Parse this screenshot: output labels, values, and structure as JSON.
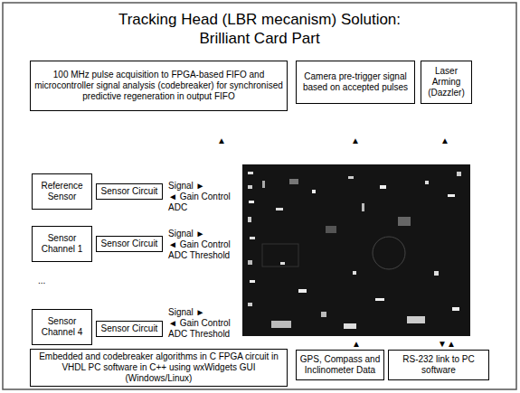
{
  "diagram": {
    "title": "Tracking Head (LBR mecanism) Solution: Brilliant Card Part",
    "nodes": [
      {
        "text": [
          "100 MHz pulse acquisition to FPGA-based FIFO and microcontroller signal analysis (codebreaker) for synchronised predictive regeneration in output FIFO"
        ]
      },
      {
        "text": [
          "Camera pre-trigger signal based on accepted pulses"
        ]
      },
      {
        "text": [
          "Laser Arming (Dazzler)"
        ]
      },
      {
        "text": [
          "Reference Sensor"
        ]
      },
      {
        "text": [
          "Sensor Circuit"
        ]
      },
      {
        "text": [
          "Sensor Channel 1"
        ]
      },
      {
        "text": [
          "Sensor Circuit"
        ]
      },
      {
        "text": [
          "Sensor Channel 4"
        ]
      },
      {
        "text": [
          "Sensor Circuit"
        ]
      },
      {
        "text": [
          "Embedded and codebreaker algorithms in C FPGA circuit in VHDL PC software in C++ using wxWidgets GUI (Windows/Linux)"
        ]
      },
      {
        "text": [
          "GPS, Compass and Inclinometer Data"
        ]
      },
      {
        "text": [
          "RS-232 link to PC software"
        ]
      }
    ],
    "labels": [
      "▲",
      "▲",
      "▲",
      "Signal ►",
      "◄ Gain Control",
      "ADC",
      "Signal ►",
      "◄ Gain Control",
      "ADC Threshold",
      "...",
      "Signal ►",
      "◄ Gain Control",
      "ADC Threshold",
      "▲",
      "▼▲"
    ]
  }
}
